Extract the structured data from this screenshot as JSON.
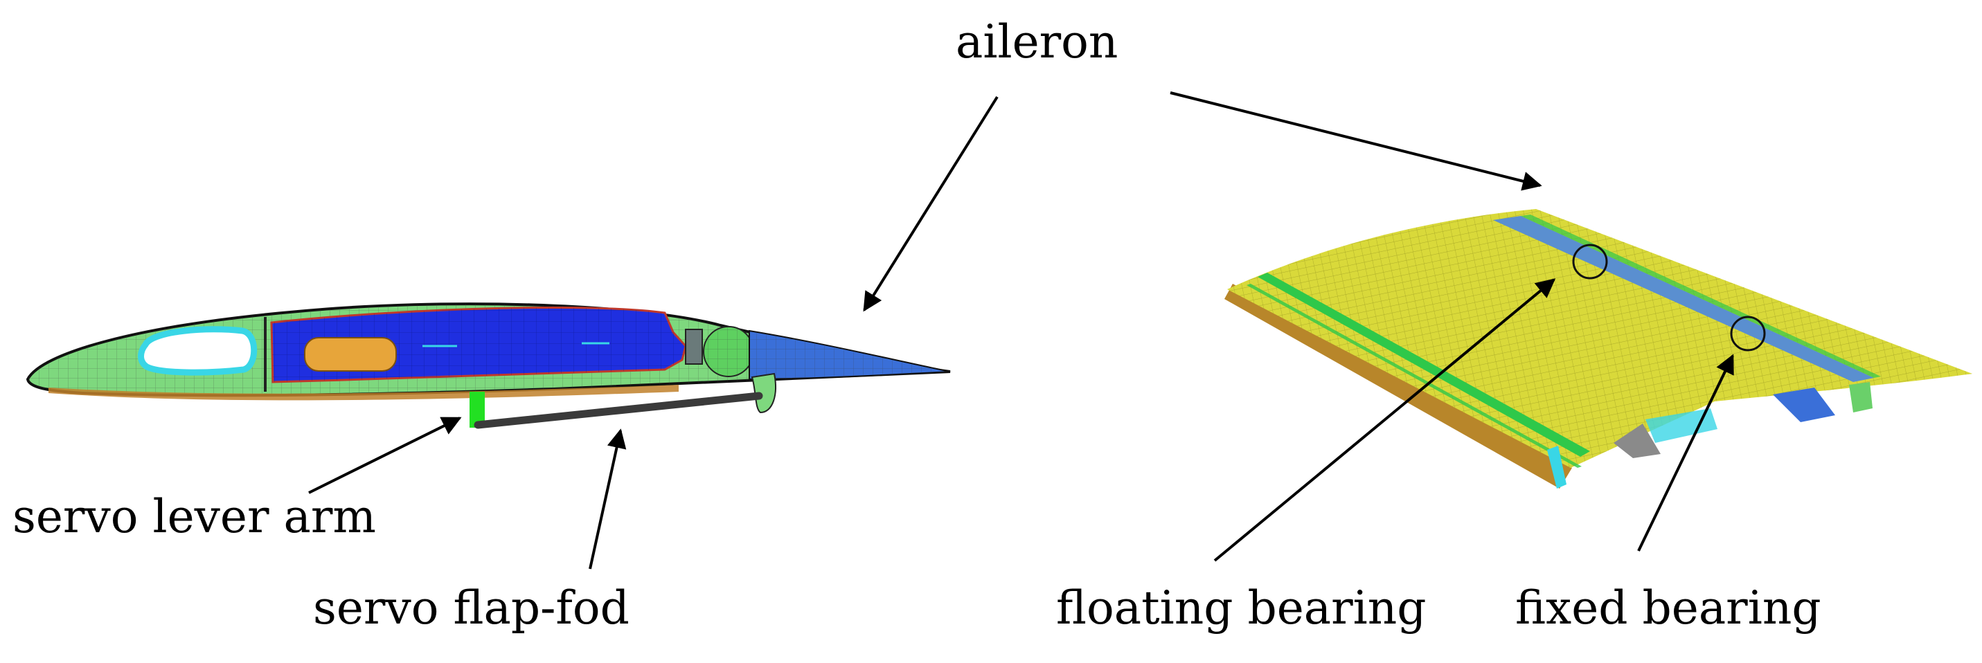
{
  "labels": {
    "aileron": "aileron",
    "servo_lever_arm": "servo lever arm",
    "servo_flap_rod": "servo flap-fod",
    "floating_bearing": "floating bearing",
    "fixed_bearing": "fixed bearing"
  },
  "colors": {
    "skin_green": "#7ed87e",
    "mesh_blue": "#1f2fe0",
    "aileron_blue": "#3a6fd8",
    "foam_orange": "#e7a53a",
    "cyan": "#39d6e6",
    "servo_green": "#22e022",
    "rod_gray": "#3a3a3a",
    "wing_yellow": "#d9d93a",
    "spar_green": "#2ec84a",
    "edge_brown": "#b8862a",
    "steel_blue": "#5a8fd0",
    "arrow": "#000000"
  }
}
